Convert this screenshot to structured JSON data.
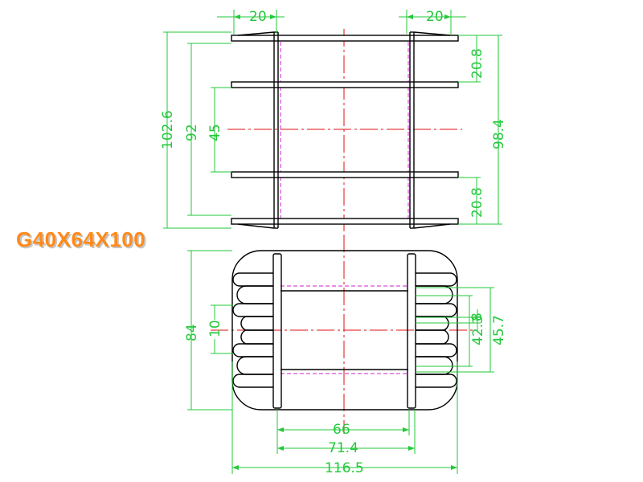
{
  "title": "G40X64X100",
  "colors": {
    "outline": "#000000",
    "dimension": "#22c93a",
    "centerline": "#e01010",
    "hidden": "#d020d0",
    "title": "#ff8a1a"
  },
  "dimensions": {
    "top_left_width": "20",
    "top_right_width": "20",
    "flange_height": "102.6",
    "overall_height_92": "92",
    "window_45": "45",
    "right_section_top": "20.8",
    "right_overall": "98.4",
    "right_section_bottom": "20.8",
    "bottom_height_84": "84",
    "bottom_gap_10": "10",
    "slot_8": "8",
    "slot_42_3": "42.3",
    "slot_45_7": "45.7",
    "inner_width_66": "66",
    "mid_width_71_4": "71.4",
    "overall_width": "116.5"
  }
}
